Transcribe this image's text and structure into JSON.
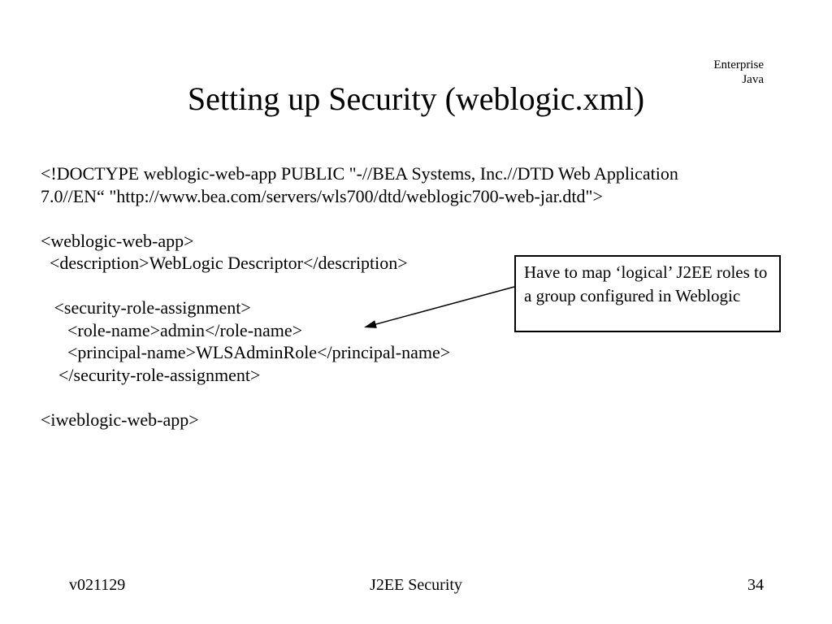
{
  "slide": {
    "corner_label": "Enterprise\nJava",
    "title": "Setting up Security (weblogic.xml)",
    "code": "<!DOCTYPE weblogic-web-app PUBLIC \"-//BEA Systems, Inc.//DTD Web Application\n7.0//EN“ \"http://www.bea.com/servers/wls700/dtd/weblogic700-web-jar.dtd\">\n\n<weblogic-web-app>\n  <description>WebLogic Descriptor</description>\n\n   <security-role-assignment>\n      <role-name>admin</role-name>\n      <principal-name>WLSAdminRole</principal-name>\n    </security-role-assignment>\n\n<iweblogic-web-app>",
    "callout_text": "Have to map ‘logical’ J2EE roles to a group configured in Weblogic",
    "footer": {
      "version": "v021129",
      "center": "J2EE Security",
      "page_number": "34"
    },
    "colors": {
      "background": "#ffffff",
      "text": "#000000",
      "callout_border": "#000000"
    }
  }
}
